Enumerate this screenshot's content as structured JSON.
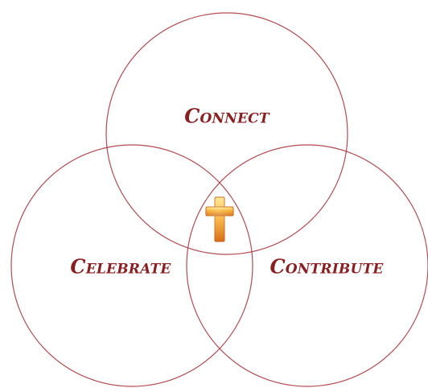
{
  "diagram": {
    "type": "venn",
    "circles": [
      {
        "id": "connect",
        "label": "Connect"
      },
      {
        "id": "celebrate",
        "label": "Celebrate"
      },
      {
        "id": "contribute",
        "label": "Contribute"
      }
    ],
    "center_symbol": "cross-icon",
    "colors": {
      "circle_stroke": "#a9383f",
      "label_text": "#8a1f22",
      "cross_light": "#ffe58a",
      "cross_mid": "#f6a623",
      "cross_dark": "#d66a12"
    }
  }
}
